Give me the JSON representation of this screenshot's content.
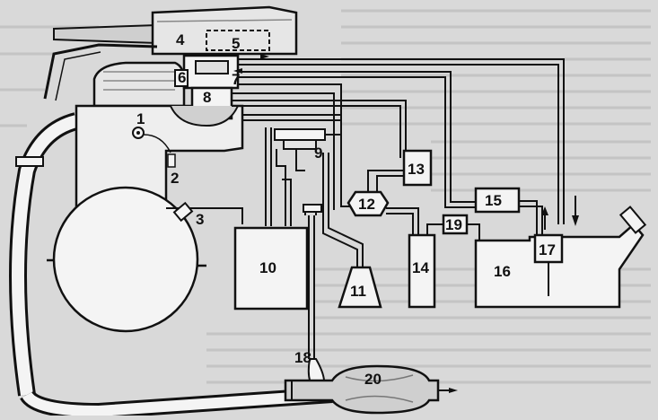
{
  "colors": {
    "background": "#d9d9d9",
    "stroke": "#111111",
    "fill": "#f4f4f4",
    "shade": "#bdbdbd"
  },
  "labels": {
    "l1": "1",
    "l2": "2",
    "l3": "3",
    "l4": "4",
    "l5": "5",
    "l6": "6",
    "l7": "7",
    "l8": "8",
    "l9": "9",
    "l10": "10",
    "l11": "11",
    "l12": "12",
    "l13": "13",
    "l14": "14",
    "l15": "15",
    "l16": "16",
    "l17": "17",
    "l18": "18",
    "l19": "19",
    "l20": "20"
  }
}
